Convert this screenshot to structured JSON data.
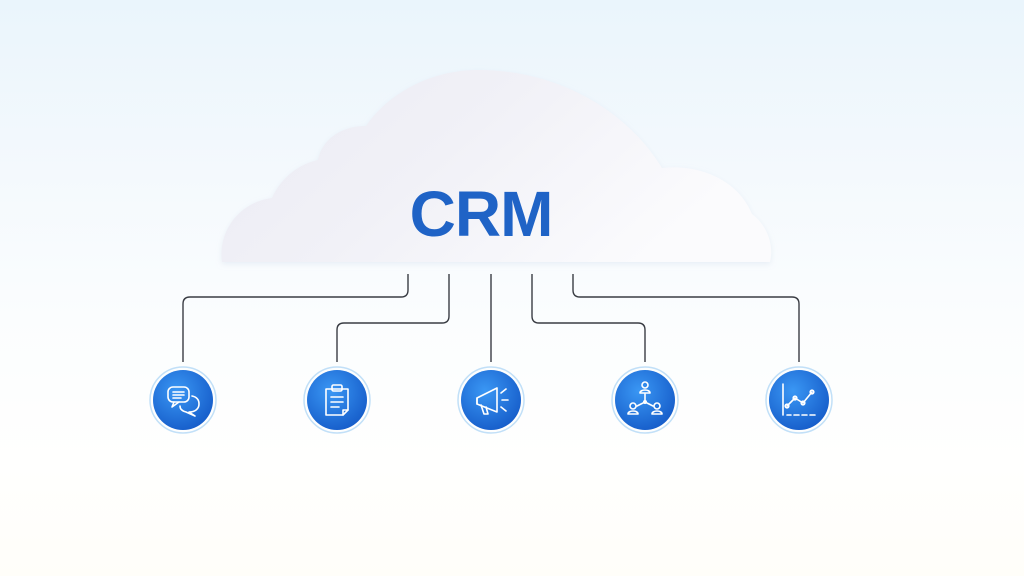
{
  "title": "CRM",
  "colors": {
    "brand_blue": "#1f63c6",
    "node_blue_light": "#2f8df0",
    "node_blue_dark": "#1256c4",
    "connector": "#3a3d44",
    "cloud_light": "#f7f7fb",
    "cloud_shade": "#ececf4"
  },
  "nodes": [
    {
      "id": "communication",
      "icon": "chat-bubbles-icon"
    },
    {
      "id": "tasks",
      "icon": "clipboard-icon"
    },
    {
      "id": "marketing",
      "icon": "megaphone-icon"
    },
    {
      "id": "network",
      "icon": "people-network-icon"
    },
    {
      "id": "analytics",
      "icon": "line-chart-icon"
    }
  ]
}
